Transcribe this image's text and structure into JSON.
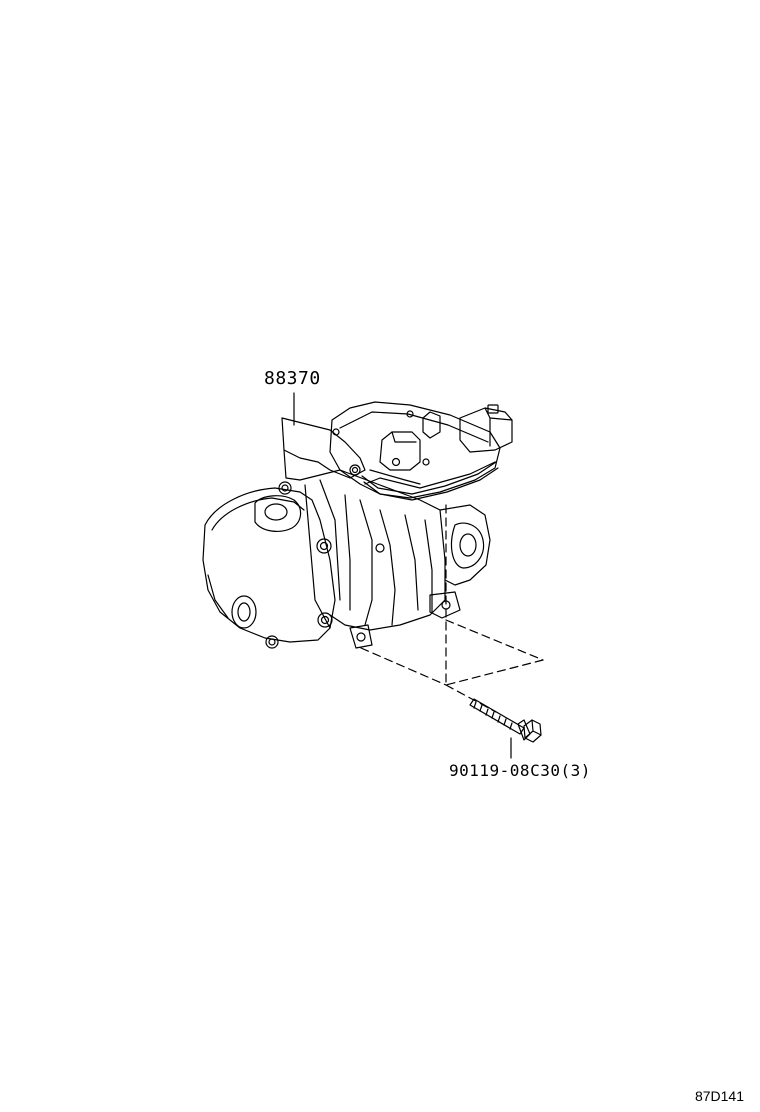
{
  "parts": [
    {
      "part_number": "88370",
      "component": "compressor-assembly"
    },
    {
      "part_number": "90119-08C30(3)",
      "component": "bolt"
    }
  ],
  "drawing_code": "87D141",
  "colors": {
    "line": "#000000",
    "background": "#ffffff"
  }
}
